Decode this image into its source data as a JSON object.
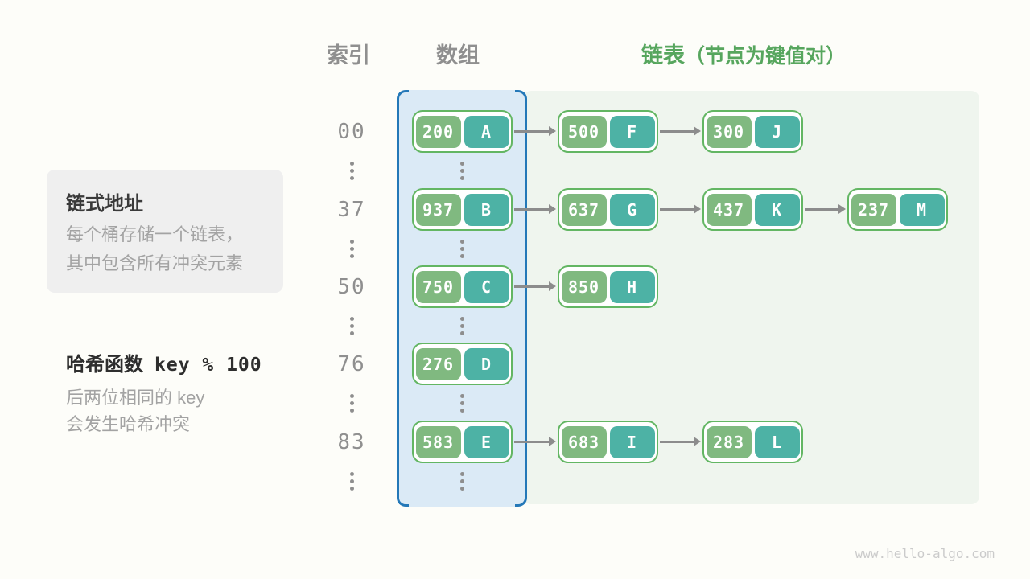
{
  "headers": {
    "index": "索引",
    "array": "数组",
    "list_title": "链表",
    "list_note": "（节点为键值对）"
  },
  "info_box": {
    "title": "链式地址",
    "lines": [
      "每个桶存储一个链表，",
      "其中包含所有冲突元素"
    ]
  },
  "hash_note": {
    "title": "哈希函数",
    "formula": "key % 100",
    "lines": [
      "后两位相同的 key",
      "会发生哈希冲突"
    ]
  },
  "buckets": [
    {
      "index": "00",
      "nodes": [
        {
          "key": "200",
          "value": "A"
        },
        {
          "key": "500",
          "value": "F"
        },
        {
          "key": "300",
          "value": "J"
        }
      ]
    },
    {
      "index": "37",
      "nodes": [
        {
          "key": "937",
          "value": "B"
        },
        {
          "key": "637",
          "value": "G"
        },
        {
          "key": "437",
          "value": "K"
        },
        {
          "key": "237",
          "value": "M"
        }
      ]
    },
    {
      "index": "50",
      "nodes": [
        {
          "key": "750",
          "value": "C"
        },
        {
          "key": "850",
          "value": "H"
        }
      ]
    },
    {
      "index": "76",
      "nodes": [
        {
          "key": "276",
          "value": "D"
        }
      ]
    },
    {
      "index": "83",
      "nodes": [
        {
          "key": "583",
          "value": "E"
        },
        {
          "key": "683",
          "value": "I"
        },
        {
          "key": "283",
          "value": "L"
        }
      ]
    }
  ],
  "watermark": "www.hello-algo.com",
  "colors": {
    "header_gray": "#8f8f8f",
    "header_green": "#57a65e",
    "key_green": "#80b980",
    "value_teal": "#4db2a5",
    "node_border_green": "#63b663",
    "node_fill": "#ffffff",
    "array_panel_bg": "#dbeaf6",
    "array_panel_border": "#2478b8",
    "list_panel_bg": "#eff5ee",
    "arrow_gray": "#8c8c8c",
    "dots_gray": "#8e8e8e",
    "index_gray": "#8f8f8f",
    "info_box_bg": "#efefef",
    "text_dark": "#3a3a3a",
    "text_gray": "#a3a3a3",
    "watermark_gray": "#cbcbcb",
    "canvas_bg": "#fdfdf9"
  }
}
